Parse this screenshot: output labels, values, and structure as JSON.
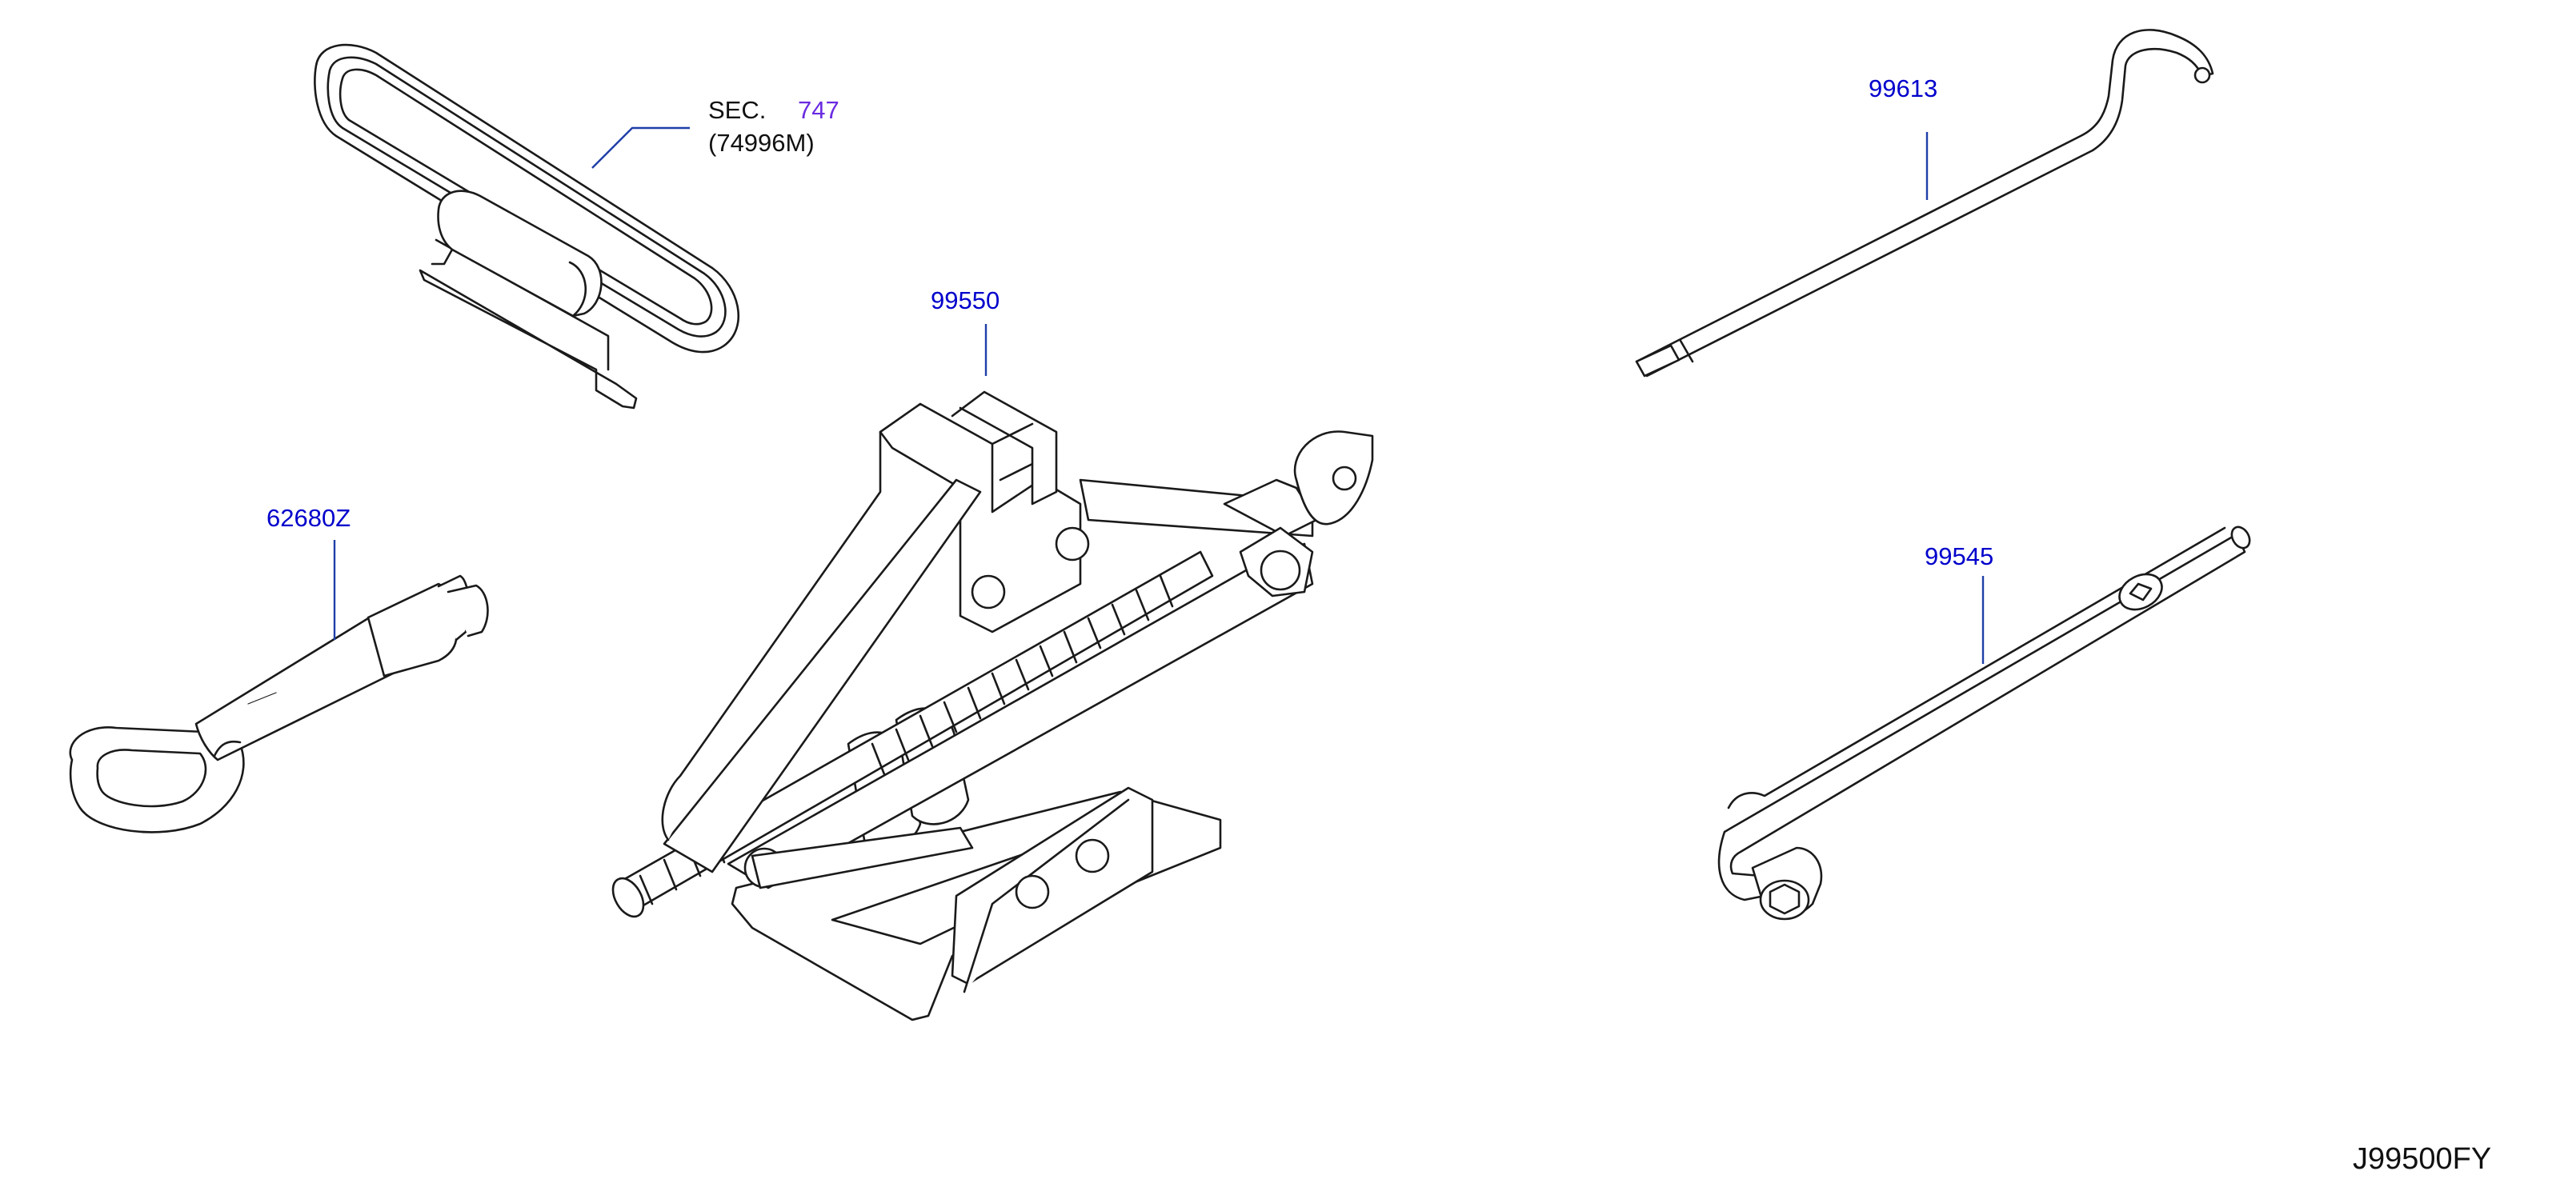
{
  "diagram": {
    "callouts": {
      "sec_ref": {
        "prefix": "SEC.",
        "number": "747",
        "sub": "(74996M)"
      },
      "jack": "99550",
      "tow_hook": "62680Z",
      "jack_handle": "99613",
      "wheel_wrench": "99545"
    },
    "diagram_code": "J99500FY"
  },
  "colors": {
    "callout": "#0000cc",
    "sec_number": "#6a2be0",
    "text": "#111111",
    "leader": "#1f3fa8",
    "line_art": "#1a1a1a"
  }
}
